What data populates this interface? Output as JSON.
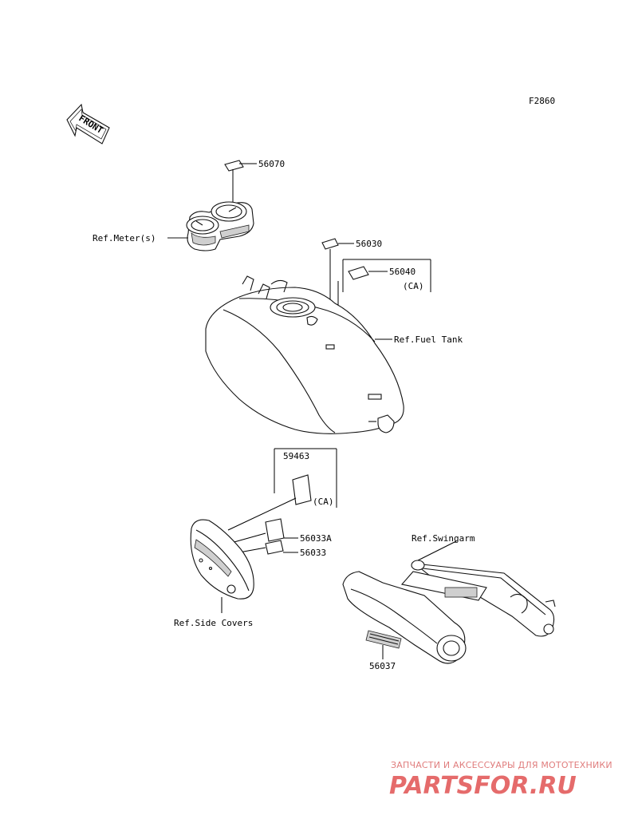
{
  "figure_code": "F2860",
  "front_arrow": "FRONT",
  "parts": {
    "p56070": "56070",
    "p56030": "56030",
    "p56040": "56040",
    "p56040_note": "(CA)",
    "p59463": "59463",
    "p59463_note": "(CA)",
    "p56033A": "56033A",
    "p56033": "56033",
    "p56037": "56037"
  },
  "refs": {
    "meter": "Ref.Meter(s)",
    "fuel_tank": "Ref.Fuel Tank",
    "swingarm": "Ref.Swingarm",
    "side_covers": "Ref.Side Covers"
  },
  "watermark": {
    "tagline": "ЗАПЧАСТИ И АКСЕССУАРЫ ДЛЯ МОТОТЕХНИКИ",
    "logo": "PARTSFOR.RU",
    "color": "#e56b6b"
  }
}
